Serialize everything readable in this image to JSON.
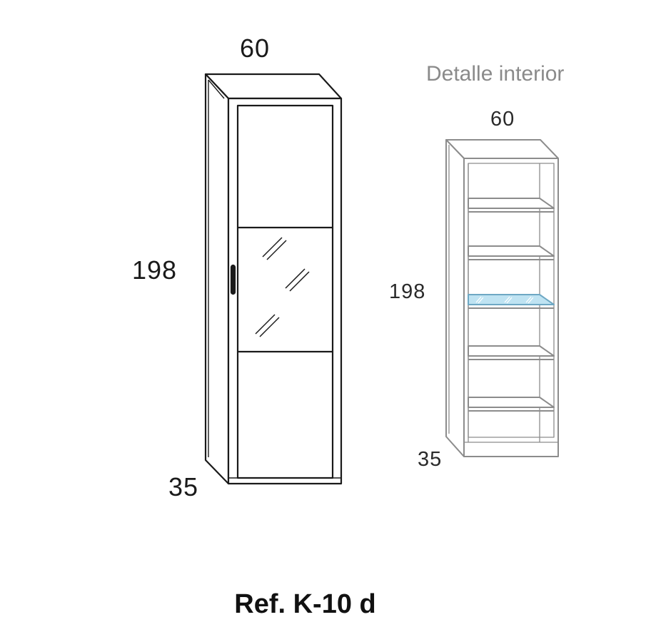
{
  "main_cabinet": {
    "width_label": "60",
    "height_label": "198",
    "depth_label": "35"
  },
  "detail_view": {
    "title": "Detalle interior",
    "width_label": "60",
    "height_label": "198",
    "depth_label": "35",
    "glass_shelf_color": "#bfe3f2"
  },
  "reference": "Ref. K-10 d",
  "colors": {
    "main_outline": "#1a1a1a",
    "detail_outline": "#8c8c8c",
    "title_grey": "#8a8a8a"
  }
}
